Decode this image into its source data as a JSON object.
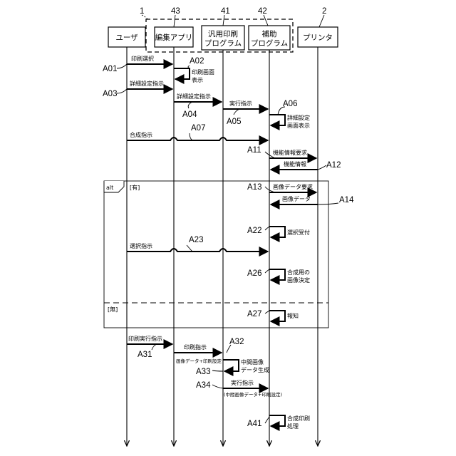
{
  "group_ref": "1",
  "participants": [
    {
      "key": "user",
      "ref": "",
      "lines": [
        "ユーザ"
      ]
    },
    {
      "key": "edit",
      "ref": "43",
      "lines": [
        "編集アプリ"
      ]
    },
    {
      "key": "print",
      "ref": "41",
      "lines": [
        "汎用印刷",
        "プログラム"
      ]
    },
    {
      "key": "assist",
      "ref": "42",
      "lines": [
        "補助",
        "プログラム"
      ]
    },
    {
      "key": "printer",
      "ref": "2",
      "lines": [
        "プリンタ"
      ]
    }
  ],
  "messages": {
    "m1": "印刷選択",
    "m2": "詳細設定指示",
    "m3": "詳細設定指示",
    "m4": "実行指示",
    "m5": "合成指示",
    "m6": "機能情報要求",
    "m7": "機能情報",
    "m8": "画像データ要求",
    "m9": "画像データ",
    "m10": "選択指示",
    "m11": "印刷実行指示",
    "m12": "印刷指示",
    "m13": "画像データ+印刷設定",
    "m14": "実行指示",
    "m15": "(中間画像データ+印刷設定)"
  },
  "self_notes": {
    "s1": [
      "印刷画面",
      "表示"
    ],
    "s2": [
      "詳細設定",
      "画面表示"
    ],
    "s3": [
      "選択受付"
    ],
    "s4": [
      "合成用の",
      "画像決定"
    ],
    "s5": [
      "報知"
    ],
    "s6": [
      "中間画像",
      "データ生成"
    ],
    "s7": [
      "合成印刷",
      "処理"
    ]
  },
  "refs": {
    "A01": "A01",
    "A02": "A02",
    "A03": "A03",
    "A04": "A04",
    "A05": "A05",
    "A06": "A06",
    "A07": "A07",
    "A11": "A11",
    "A12": "A12",
    "A13": "A13",
    "A14": "A14",
    "A22": "A22",
    "A23": "A23",
    "A26": "A26",
    "A27": "A27",
    "A31": "A31",
    "A32": "A32",
    "A33": "A33",
    "A34": "A34",
    "A41": "A41"
  },
  "alt": {
    "tag": "alt",
    "cond_yes": "[有]",
    "cond_no": "[無]"
  }
}
